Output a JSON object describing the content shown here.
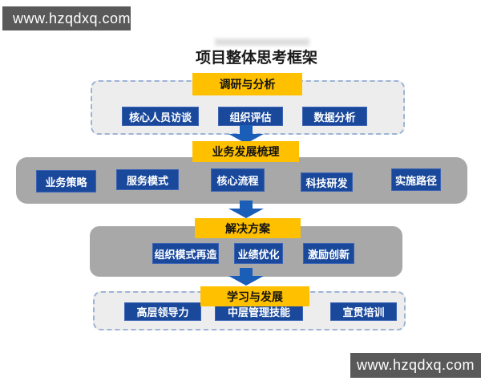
{
  "watermark": {
    "top_left": "www.hzqdxq.com",
    "bottom_right": "www.hzqdxq.com"
  },
  "title": "项目整体思考框架",
  "colors": {
    "banner-gray": "#595959",
    "accent-yellow": "#ffc000",
    "node-blue": "#1a499c",
    "arrow-blue": "#1b5eb8",
    "band-gray": "#a8a8a8",
    "panel-gray": "#ededee",
    "dash-blue": "#9db4d6"
  },
  "sections": [
    {
      "header": "调研与分析",
      "items": [
        "核心人员访谈",
        "组织评估",
        "数据分析"
      ]
    },
    {
      "header": "业务发展梳理",
      "items": [
        "业务策略",
        "服务模式",
        "核心流程",
        "科技研发",
        "实施路径"
      ]
    },
    {
      "header": "解决方案",
      "items": [
        "组织模式再造",
        "业绩优化",
        "激励创新"
      ]
    },
    {
      "header": "学习与发展",
      "items": [
        "高层领导力",
        "中层管理技能",
        "宣贯培训"
      ]
    }
  ]
}
